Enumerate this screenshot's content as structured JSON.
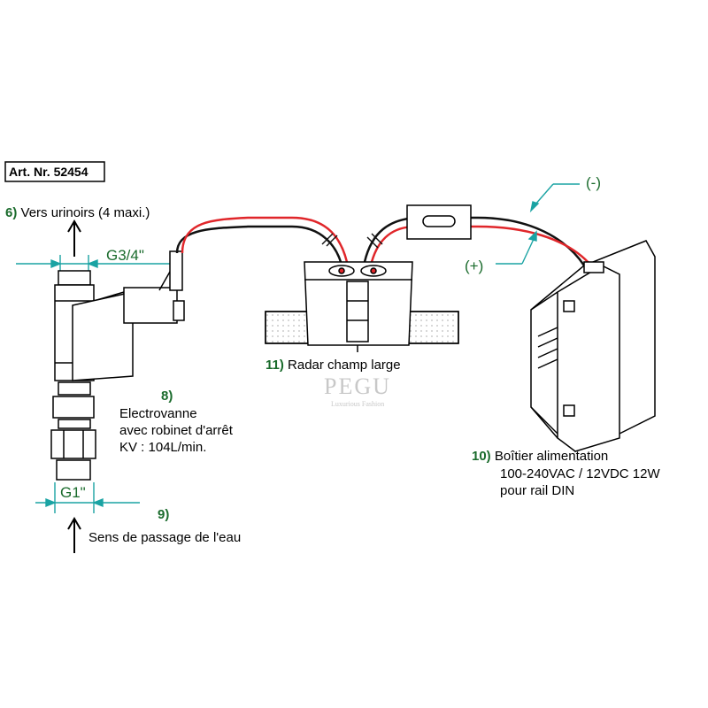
{
  "article": "Art. Nr. 52454",
  "labels": {
    "item6": {
      "num": "6)",
      "text": "Vers urinoirs (4 maxi.)"
    },
    "item8": {
      "num": "8)",
      "lines": [
        "Electrovanne",
        "avec robinet d'arrêt",
        "KV : 104L/min."
      ]
    },
    "item9": {
      "num": "9)",
      "text": "Sens de passage de l'eau"
    },
    "item10": {
      "num": "10)",
      "lines": [
        "Boîtier alimentation",
        "100-240VAC / 12VDC 12W",
        "pour rail DIN"
      ]
    },
    "item11": {
      "num": "11)",
      "text": "Radar champ large"
    }
  },
  "dimensions": {
    "top": "G3/4\"",
    "bottom": "G1\""
  },
  "polarity": {
    "negative": "(-)",
    "positive": "(+)"
  },
  "watermark": {
    "brand": "PEGU",
    "tagline": "Luxurious Fashion"
  },
  "colors": {
    "accent": "#1a6b2c",
    "dimension": "#1aa3a3",
    "wire_red": "#e0262a",
    "wire_black": "#111111"
  }
}
